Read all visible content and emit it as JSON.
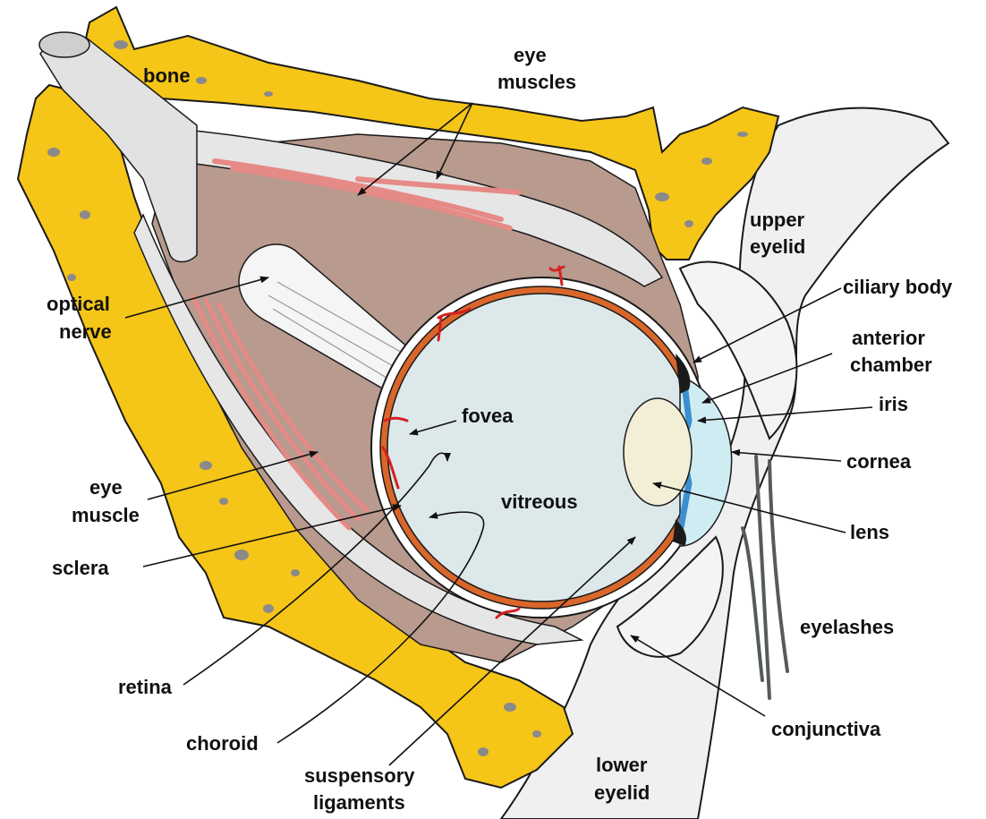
{
  "diagram": {
    "labels": {
      "bone": "bone",
      "eye_muscles_1": "eye",
      "eye_muscles_2": "muscles",
      "upper_eyelid_1": "upper",
      "upper_eyelid_2": "eyelid",
      "optical_nerve_1": "optical",
      "optical_nerve_2": "nerve",
      "ciliary_body": "ciliary body",
      "anterior_chamber_1": "anterior",
      "anterior_chamber_2": "chamber",
      "iris": "iris",
      "fovea": "fovea",
      "cornea": "cornea",
      "eye_muscle_1": "eye",
      "eye_muscle_2": "muscle",
      "vitreous": "vitreous",
      "lens": "lens",
      "sclera": "sclera",
      "eyelashes": "eyelashes",
      "retina": "retina",
      "conjunctiva": "conjunctiva",
      "choroid": "choroid",
      "suspensory_ligaments_1": "suspensory",
      "suspensory_ligaments_2": "ligaments",
      "lower_eyelid_1": "lower",
      "lower_eyelid_2": "eyelid"
    },
    "colors": {
      "bone": "#f5c518",
      "bone_stroke": "#1a1a1a",
      "bone_pore": "#8a8a8a",
      "orbit_tissue": "#b89a8e",
      "muscle_sheath": "#e6e6e6",
      "muscle_fiber": "#e58a86",
      "skin": "#f0f0f0",
      "sclera": "#ffffff",
      "choroid": "#d9662a",
      "vitreous": "#dde8ea",
      "lens": "#f2efd6",
      "cornea": "#cfecf2",
      "iris": "#3b8fd1",
      "vessel": "#d42020",
      "eyelash": "#555b5b",
      "leader": "#111111"
    }
  }
}
